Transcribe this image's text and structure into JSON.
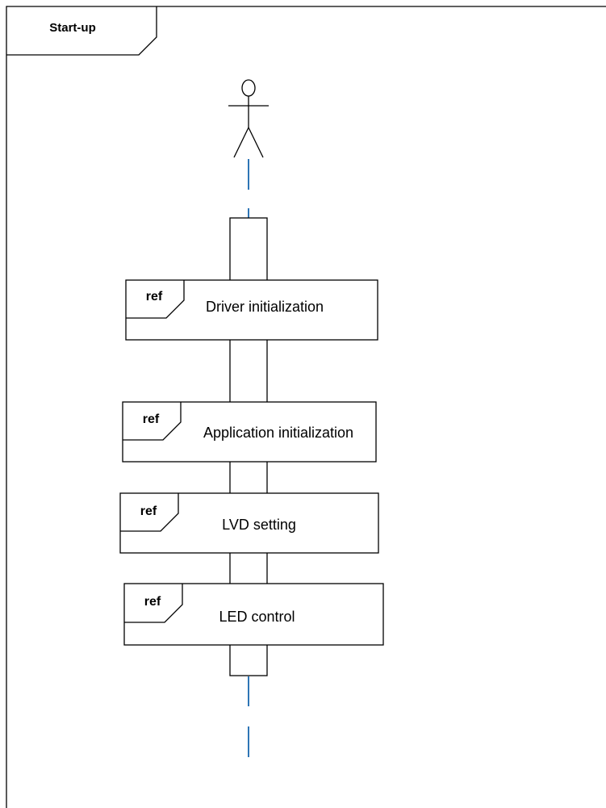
{
  "frame": {
    "title": "Start-up"
  },
  "actor": {
    "icon": "stick-figure-icon"
  },
  "fragments": [
    {
      "tag": "ref",
      "label": "Driver initialization"
    },
    {
      "tag": "ref",
      "label": "Application initialization"
    },
    {
      "tag": "ref",
      "label": "LVD setting"
    },
    {
      "tag": "ref",
      "label": "LED control"
    }
  ],
  "colors": {
    "lifeline": "#2e75b6",
    "stroke": "#000000",
    "background": "#ffffff"
  }
}
